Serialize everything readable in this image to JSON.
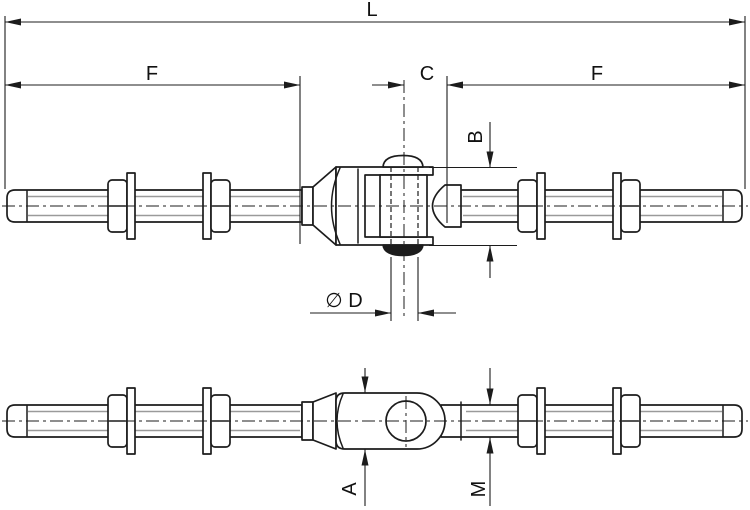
{
  "colors": {
    "background": "#ffffff",
    "line": "#1c1c1c",
    "thread_line": "#9a9a9a"
  },
  "dimension_labels": {
    "overall_length": "L",
    "left_thread_length": "F",
    "clevis_center": "C",
    "right_thread_length": "F",
    "clevis_height": "B",
    "pin_diameter": "∅ D",
    "eye_width": "A",
    "thread_size": "M"
  }
}
